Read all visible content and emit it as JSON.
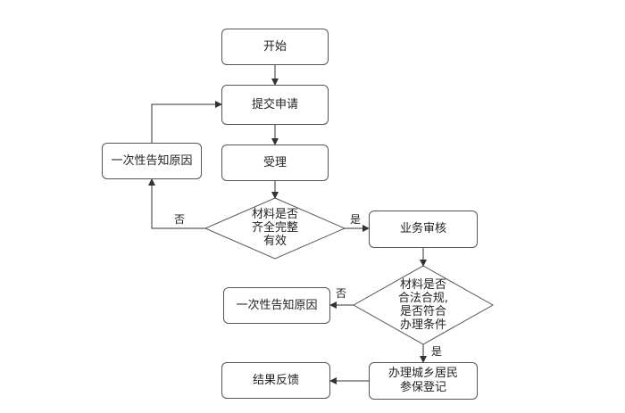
{
  "nodes": {
    "start": "开始",
    "submit": "提交申请",
    "accept": "受理",
    "notify1": "一次性告知原因",
    "check1": "材料是否\n齐全完整\n有效",
    "review": "业务审核",
    "check2": "材料是否\n合法合规,\n是否符合\n办理条件",
    "notify2": "一次性告知原因",
    "register": "办理城乡居民\n参保登记",
    "feedback": "结果反馈"
  },
  "edges": {
    "check1_no": "否",
    "check1_yes": "是",
    "check2_no": "否",
    "check2_yes": "是"
  }
}
